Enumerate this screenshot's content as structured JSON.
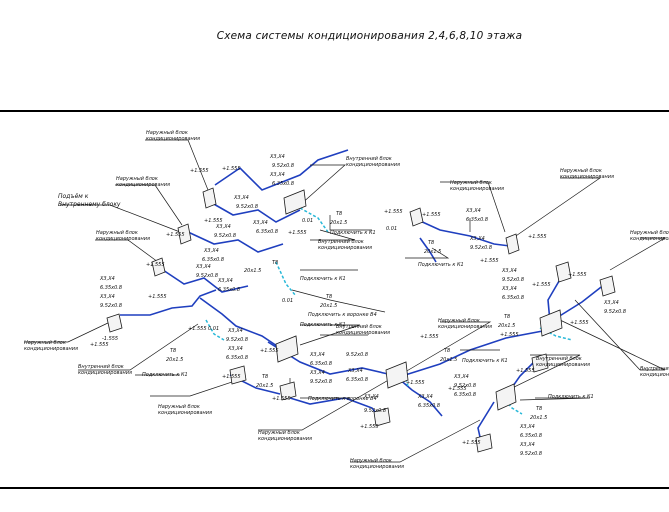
{
  "title": "Схема системы кондиционирования 2,4,6,8,10 этажа",
  "labels": {
    "outdoor_unit_l1": "Наружный блок",
    "outdoor_unit_l2": "кондиционирования",
    "indoor_unit_l1": "Внутренний блок",
    "indoor_unit_l2": "кондиционирования",
    "connect_k1": "Подключить к К1",
    "connect_k1_funnel": "Подключить к воронке В4",
    "riser_l1": "Подъём к",
    "riser_l2": "Внутреннему блоку",
    "cable": "X3,X4",
    "pipe_952": "9.52x0.8",
    "pipe_635": "6.35x0.8",
    "drain_t8": "T8",
    "drain_20": "20x1.5",
    "slope": "0.01",
    "level_plus": "+1.555",
    "level_minus": "-1.555"
  },
  "colors": {
    "background": "#ffffff",
    "line": "#1a1a1a",
    "pipe": "#1f3fbf",
    "drain": "#28b8d8"
  }
}
